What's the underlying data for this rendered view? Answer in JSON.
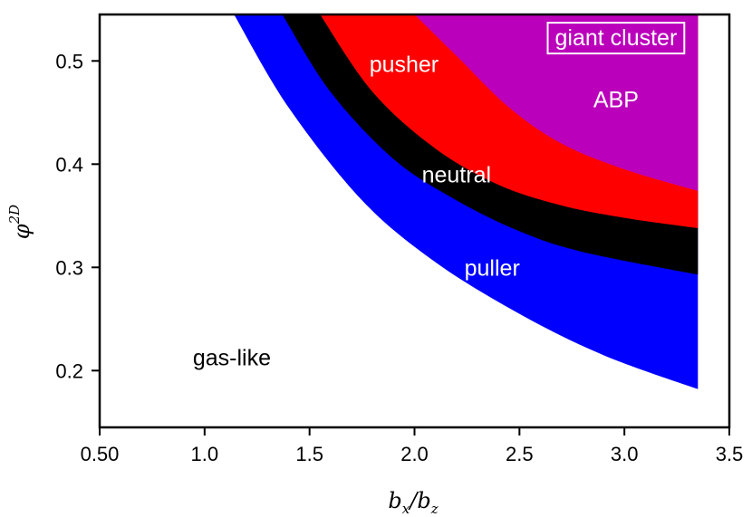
{
  "chart_data": {
    "type": "area",
    "title": "",
    "xlabel": {
      "base": "b",
      "sub1": "x",
      "sep": "/b",
      "sub2": "z"
    },
    "ylabel": {
      "base": "φ",
      "sup": "2D"
    },
    "xlim": [
      0.5,
      3.5
    ],
    "ylim": [
      0.145,
      0.545
    ],
    "xticks": [
      0.5,
      1.0,
      1.5,
      2.0,
      2.5,
      3.0,
      3.5
    ],
    "xtick_labels": [
      "0.50",
      "1.0",
      "1.5",
      "2.0",
      "2.5",
      "3.0",
      "3.5"
    ],
    "yticks": [
      0.2,
      0.3,
      0.4,
      0.5
    ],
    "ytick_labels": [
      "0.2",
      "0.3",
      "0.4",
      "0.5"
    ],
    "grid": false,
    "x_max_data": 3.35,
    "boundaries": [
      {
        "name": "puller",
        "color": "#0000ff",
        "x": [
          1.14,
          1.4,
          1.75,
          2.1,
          2.5,
          2.9,
          3.35
        ],
        "y": [
          0.545,
          0.455,
          0.365,
          0.305,
          0.255,
          0.215,
          0.182
        ]
      },
      {
        "name": "neutral",
        "color": "#000000",
        "x": [
          1.37,
          1.6,
          1.9,
          2.2,
          2.5,
          2.8,
          3.35
        ],
        "y": [
          0.545,
          0.47,
          0.405,
          0.365,
          0.335,
          0.315,
          0.293
        ]
      },
      {
        "name": "pusher",
        "color": "#ff0000",
        "x": [
          1.55,
          1.8,
          2.1,
          2.4,
          2.7,
          3.0,
          3.35
        ],
        "y": [
          0.545,
          0.47,
          0.415,
          0.38,
          0.36,
          0.348,
          0.338
        ]
      },
      {
        "name": "ABP",
        "color": "#bb00bb",
        "x": [
          2.0,
          2.2,
          2.45,
          2.7,
          3.0,
          3.35
        ],
        "y": [
          0.545,
          0.505,
          0.455,
          0.42,
          0.395,
          0.374
        ]
      }
    ],
    "labels": [
      {
        "id": "gas",
        "text": "gas-like",
        "x": 1.13,
        "y": 0.213,
        "color": "#000000"
      },
      {
        "id": "puller",
        "text": "puller",
        "x": 2.37,
        "y": 0.3,
        "color": "#ffffff"
      },
      {
        "id": "neutral",
        "text": "neutral",
        "x": 2.2,
        "y": 0.39,
        "color": "#ffffff"
      },
      {
        "id": "pusher",
        "text": "pusher",
        "x": 1.95,
        "y": 0.497,
        "color": "#ffffff"
      },
      {
        "id": "abp",
        "text": "ABP",
        "x": 2.96,
        "y": 0.463,
        "color": "#ffffff"
      }
    ],
    "boxed_label": {
      "text": "giant cluster",
      "x": 2.96,
      "y": 0.523,
      "color": "#ffffff"
    }
  }
}
